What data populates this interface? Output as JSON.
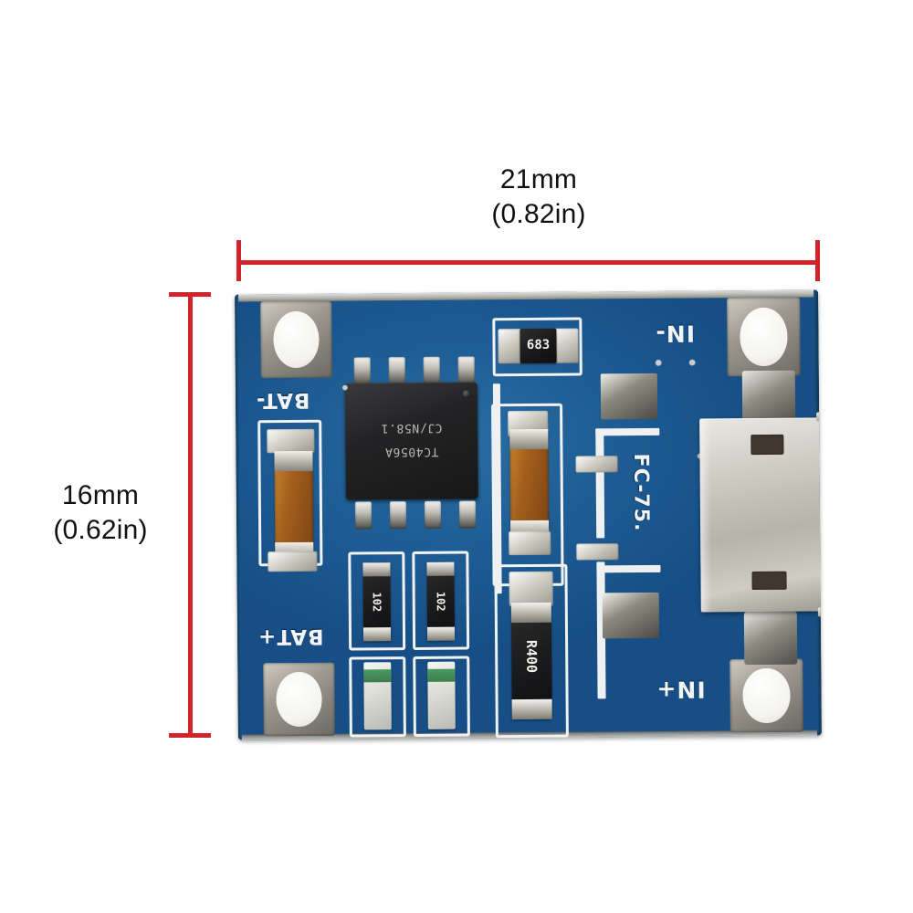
{
  "diagram": {
    "type": "product-dimension-diagram",
    "subject": "TC4056A micro-USB lithium battery charging module PCB",
    "background_color": "#ffffff",
    "dimension_line_color": "#d1232a"
  },
  "dimensions": {
    "width": {
      "metric": "21mm",
      "imperial": "(0.82in)",
      "orientation": "horizontal",
      "position": "top"
    },
    "height": {
      "metric": "16mm",
      "imperial": "(0.62in)",
      "orientation": "vertical",
      "position": "left"
    }
  },
  "board": {
    "color": "#1d5b92",
    "silkscreen_color": "#f2f4f6",
    "labels": [
      {
        "text": "BAT-",
        "location": "upper-left",
        "rotation": 180
      },
      {
        "text": "BAT+",
        "location": "lower-left",
        "rotation": 180
      },
      {
        "text": "IN-",
        "location": "upper-right",
        "rotation": 180
      },
      {
        "text": "IN+",
        "location": "lower-right",
        "rotation": 180
      },
      {
        "text": "FC-75.",
        "location": "center-right",
        "rotation": 90
      }
    ],
    "mounting_holes": 4
  },
  "components": {
    "ic": {
      "package": "SOP-8",
      "line1": "CJ/N58.1",
      "line2": "TC4056A",
      "body_color": "#232325",
      "pins": 8
    },
    "resistors": [
      {
        "marking": "683",
        "location": "top-center"
      },
      {
        "marking": "102",
        "location": "bottom-left-a"
      },
      {
        "marking": "102",
        "location": "bottom-left-b"
      },
      {
        "marking": "R400",
        "location": "bottom-center"
      }
    ],
    "capacitors": [
      {
        "type": "tantalum",
        "location": "left",
        "color": "#a35f1d"
      },
      {
        "type": "tantalum",
        "location": "center",
        "color": "#a35f1d"
      }
    ],
    "leds": [
      {
        "location": "bottom-left-a",
        "tint": "#2f8b4a"
      },
      {
        "location": "bottom-left-b",
        "tint": "#2f8b4a"
      }
    ],
    "connector": {
      "type": "micro-usb-female",
      "location": "right-edge",
      "shell_color": "#cfccc4"
    }
  }
}
